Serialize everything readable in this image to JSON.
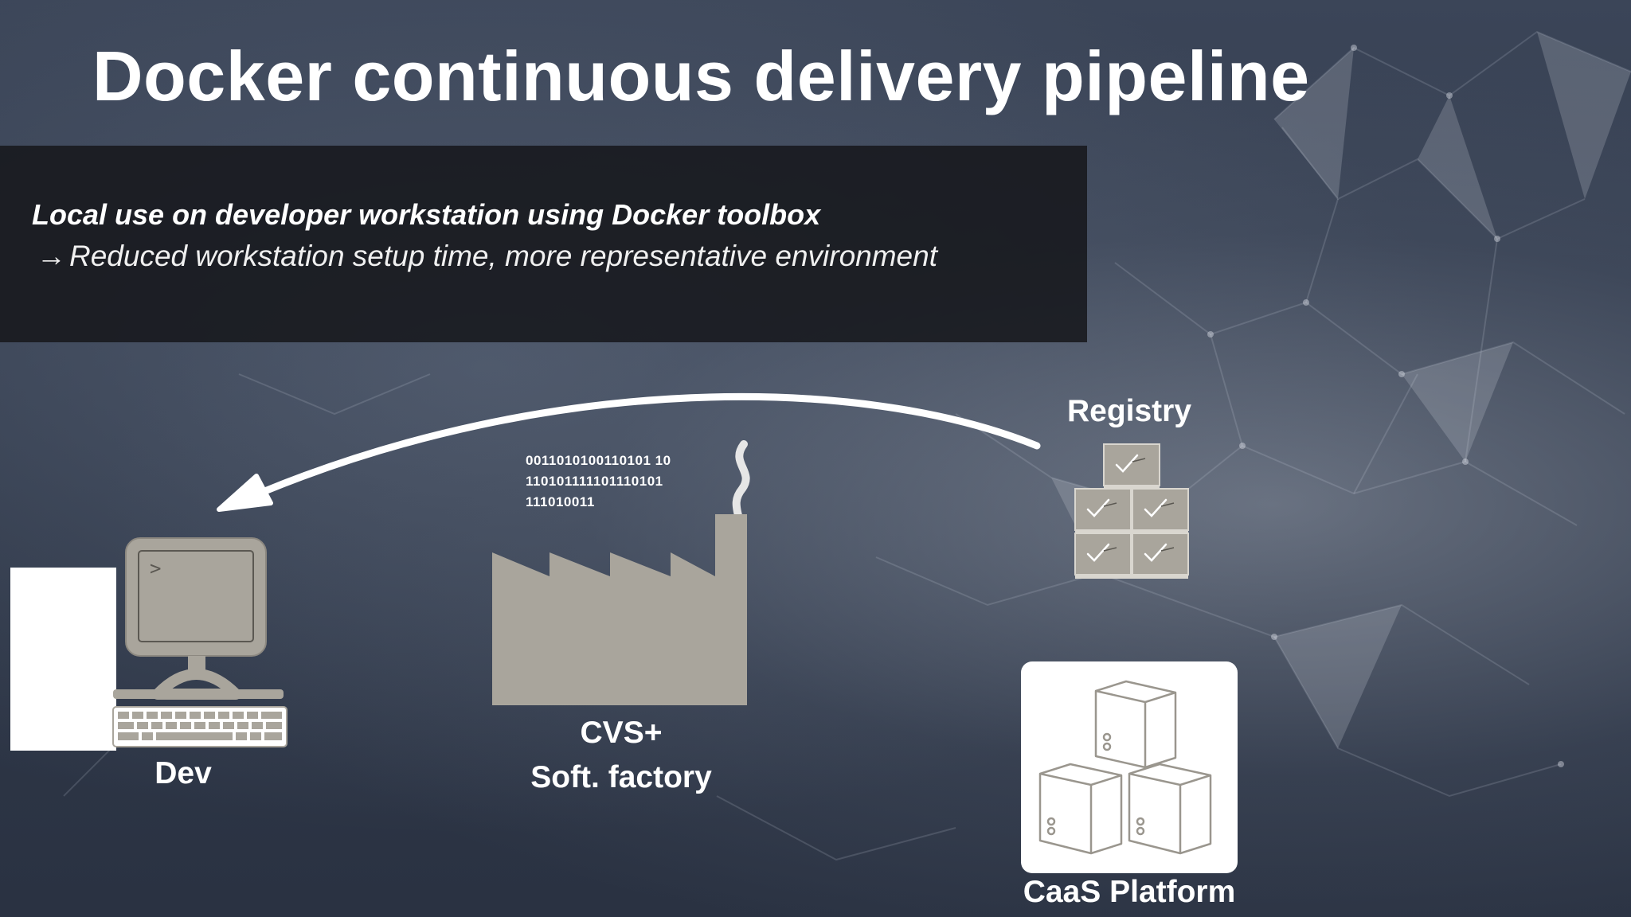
{
  "slide": {
    "title": "Docker continuous delivery pipeline",
    "banner": {
      "line1": "Local use on developer workstation using Docker toolbox",
      "arrow_symbol": "→",
      "line2": "Reduced workstation setup time, more representative environment"
    }
  },
  "diagram": {
    "nodes": {
      "dev": {
        "label": "Dev",
        "icon": "computer-workstation-icon",
        "terminal_prompt": ">"
      },
      "factory": {
        "label_line1": "CVS+",
        "label_line2": "Soft. factory",
        "icon": "factory-icon",
        "binary_lines": [
          "0011010100110101 10",
          "110101111101110101",
          "111010011"
        ]
      },
      "registry": {
        "label": "Registry",
        "icon": "stacked-crates-icon"
      },
      "caas": {
        "label": "CaaS Platform",
        "icon": "servers-icon"
      }
    },
    "edges": [
      {
        "from": "registry",
        "to": "dev",
        "style": "curved-arrow",
        "color": "#ffffff"
      }
    ]
  },
  "colors": {
    "title_text": "#ffffff",
    "banner_bg": "#17181c",
    "icon_gray": "#a9a59c",
    "icon_stroke": "#8c8880",
    "background": "#2f3849"
  }
}
